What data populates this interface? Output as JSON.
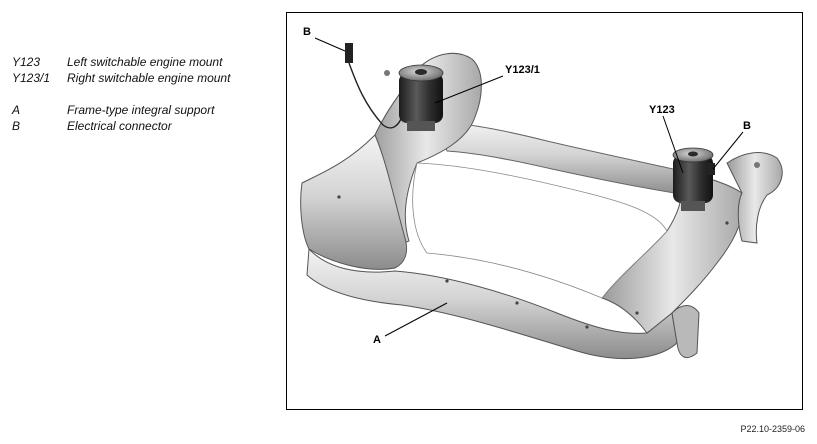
{
  "legend": [
    {
      "code": "Y123",
      "description": "Left switchable engine mount"
    },
    {
      "code": "Y123/1",
      "description": "Right switchable engine mount"
    },
    {
      "code": "A",
      "description": "Frame-type integral support"
    },
    {
      "code": "B",
      "description": "Electrical connector"
    }
  ],
  "callouts": {
    "b_top": "B",
    "y123_1": "Y123/1",
    "y123": "Y123",
    "b_right": "B",
    "a": "A"
  },
  "figure_code": "P22.10-2359-06"
}
